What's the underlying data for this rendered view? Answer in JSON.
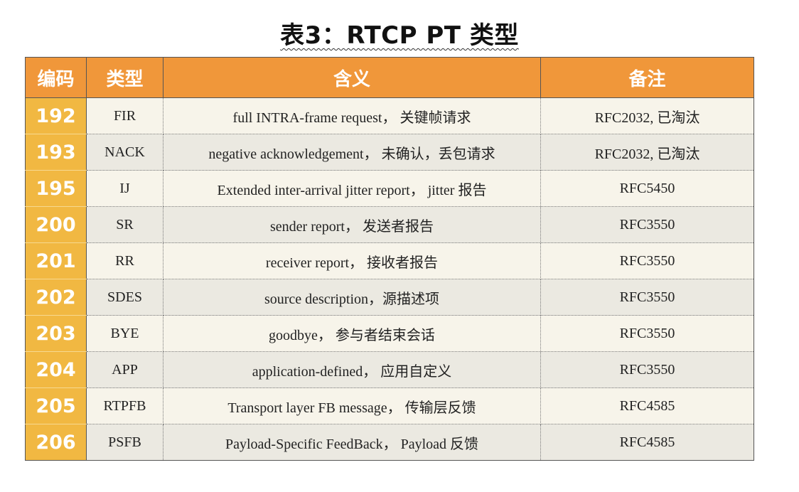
{
  "title": "表3：RTCP PT 类型",
  "headers": [
    "编码",
    "类型",
    "含义",
    "备注"
  ],
  "rows": [
    {
      "code": "192",
      "type": "FIR",
      "meaning": "full INTRA-frame request， 关键帧请求",
      "note": "RFC2032, 已淘汰"
    },
    {
      "code": "193",
      "type": "NACK",
      "meaning": "negative acknowledgement， 未确认，丢包请求",
      "note": "RFC2032, 已淘汰"
    },
    {
      "code": "195",
      "type": "IJ",
      "meaning": "Extended inter-arrival jitter report， jitter 报告",
      "note": "RFC5450"
    },
    {
      "code": "200",
      "type": "SR",
      "meaning": "sender report， 发送者报告",
      "note": "RFC3550"
    },
    {
      "code": "201",
      "type": "RR",
      "meaning": "receiver report， 接收者报告",
      "note": "RFC3550"
    },
    {
      "code": "202",
      "type": "SDES",
      "meaning": "source description，源描述项",
      "note": "RFC3550"
    },
    {
      "code": "203",
      "type": "BYE",
      "meaning": "goodbye， 参与者结束会话",
      "note": "RFC3550"
    },
    {
      "code": "204",
      "type": "APP",
      "meaning": "application-defined， 应用自定义",
      "note": "RFC3550"
    },
    {
      "code": "205",
      "type": "RTPFB",
      "meaning": "Transport layer FB message， 传输层反馈",
      "note": "RFC4585"
    },
    {
      "code": "206",
      "type": "PSFB",
      "meaning": "Payload-Specific FeedBack， Payload 反馈",
      "note": "RFC4585"
    }
  ]
}
